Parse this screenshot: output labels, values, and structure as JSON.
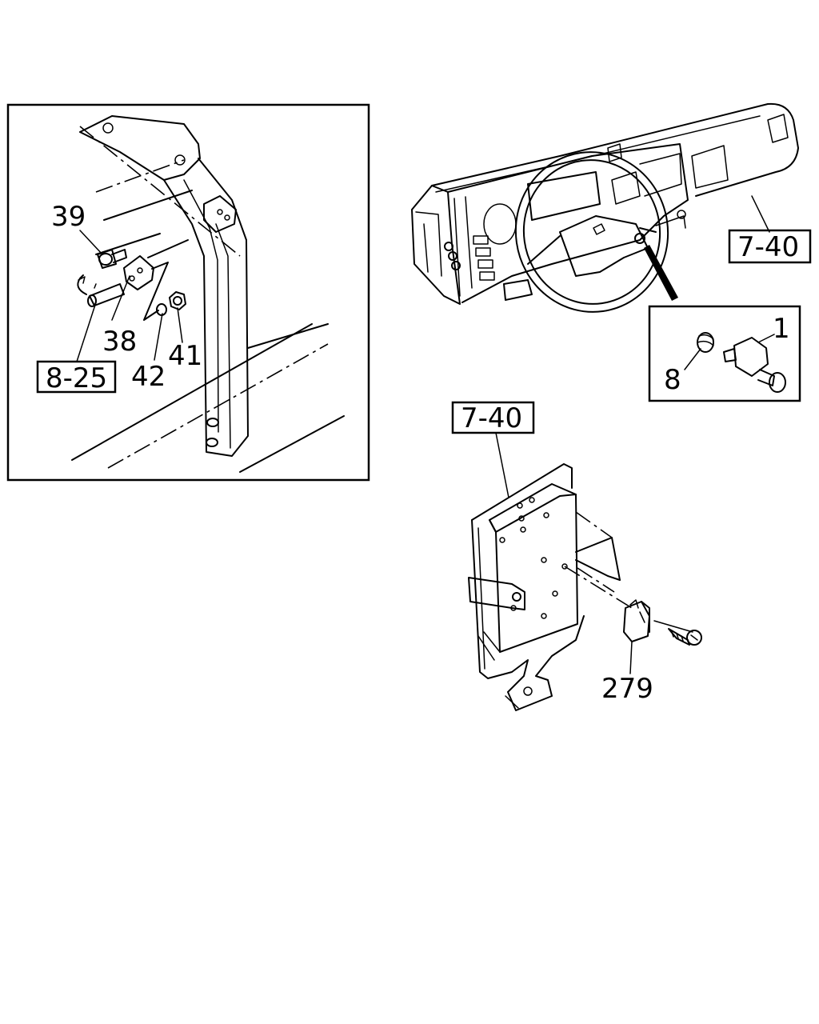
{
  "diagram": {
    "callouts": {
      "c39": "39",
      "c38": "38",
      "c42": "42",
      "c41": "41",
      "c1": "1",
      "c8": "8",
      "c279": "279"
    },
    "references": {
      "ref_8_25": "8-25",
      "ref_7_40_dash": "7-40",
      "ref_7_40_bracket": "7-40"
    }
  }
}
